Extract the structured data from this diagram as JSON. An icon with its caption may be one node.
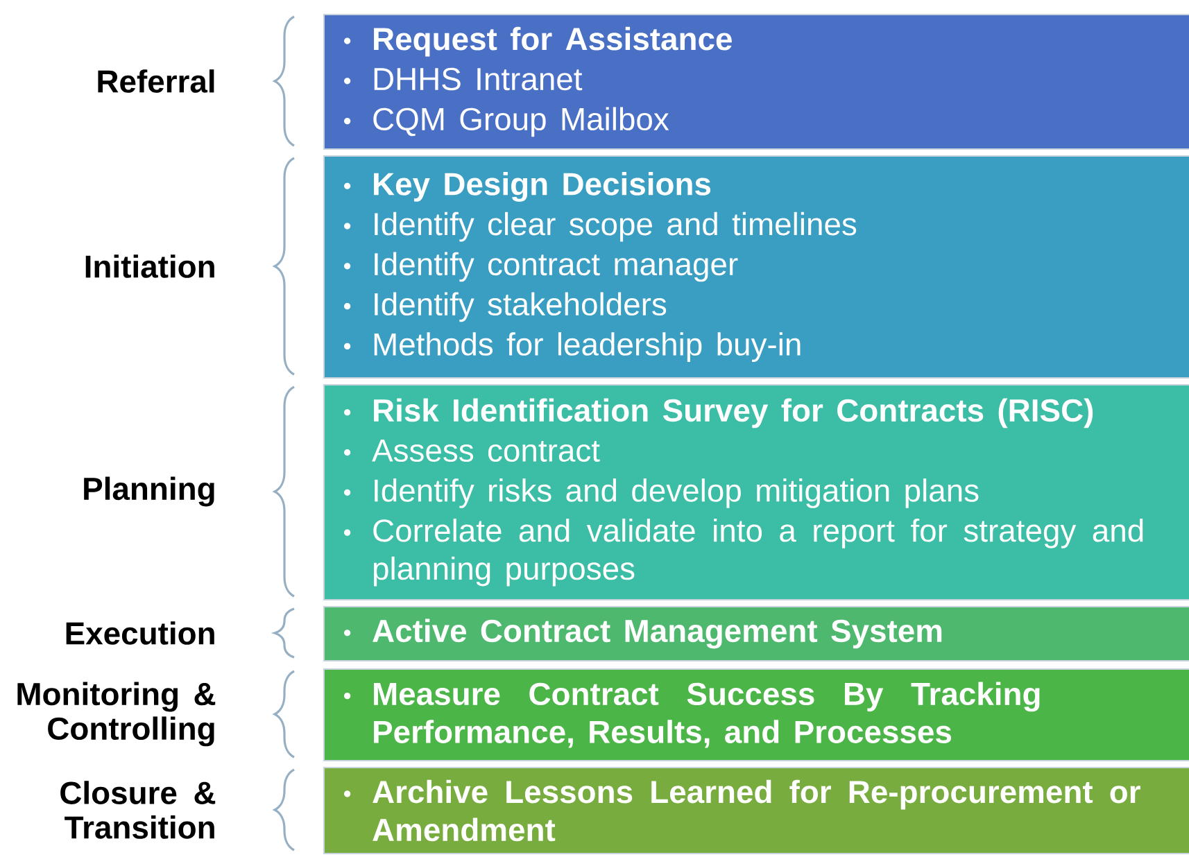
{
  "diagram": {
    "nodes": [
      {
        "text": [
          "Request for Assistance",
          "DHHS Intranet",
          "CQM Group Mailbox"
        ],
        "beside": [
          "Referral"
        ]
      },
      {
        "text": [
          "Key Design Decisions",
          "Identify clear scope and timelines",
          "Identify contract manager",
          "Identify stakeholders",
          "Methods for leadership buy-in"
        ],
        "beside": [
          "Initiation"
        ]
      },
      {
        "text": [
          "Risk Identification Survey for Contracts (RISC)",
          "Assess contract",
          "Identify risks and develop mitigation plans",
          "Correlate and validate into a report for strategy and planning purposes"
        ],
        "beside": [
          "Planning"
        ]
      },
      {
        "text": [
          "Active Contract Management System"
        ],
        "beside": [
          "Execution"
        ]
      },
      {
        "text": [
          "Measure Contract Success By Tracking Performance, Results, and Processes"
        ],
        "beside": [
          "Monitoring & Controlling"
        ]
      },
      {
        "text": [
          "Archive Lessons Learned for Re-procurement or Amendment"
        ],
        "beside": [
          "Closure & Transition"
        ]
      }
    ]
  }
}
